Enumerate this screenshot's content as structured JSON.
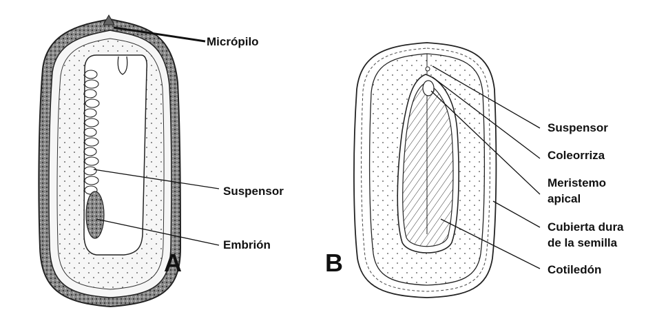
{
  "seed_a": {
    "panel_letter": "A",
    "labels": {
      "micropyle": "Micrópilo",
      "suspensor": "Suspensor",
      "embryo": "Embrión"
    }
  },
  "seed_b": {
    "panel_letter": "B",
    "labels": {
      "suspensor": "Suspensor",
      "coleorhiza": "Coleorriza",
      "apical_meristem": [
        "Meristemo",
        "apical"
      ],
      "hard_seed_coat": [
        "Cubierta dura",
        "de la semilla"
      ],
      "cotyledon": "Cotiledón"
    }
  }
}
